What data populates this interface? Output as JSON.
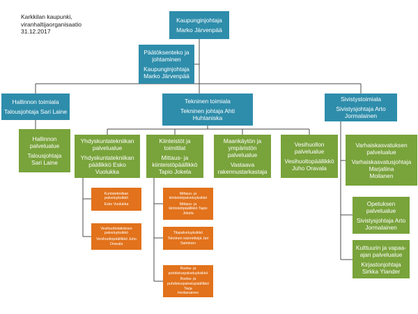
{
  "caption": [
    "Karkkilan kaupunki,",
    "viranhaltijaorganisaatio",
    "31.12.2017"
  ],
  "colors": {
    "teal": "#2e8dab",
    "green": "#79a33b",
    "orange": "#e2721b",
    "connector": "#4a4a4a"
  },
  "nodes": {
    "mayor": {
      "title": [
        "Kaupunginjohtaja"
      ],
      "person": [
        "Marko Järvenpää"
      ]
    },
    "decision": {
      "title": [
        "Päätöksenteko ja",
        "johtaminen"
      ],
      "person": [
        "Kaupunginjohtaja",
        "Marko Järvenpää"
      ]
    },
    "admin": {
      "title": [
        "Hallinnon toimiala"
      ],
      "person": [
        "Talousjohtaja Sari Laine"
      ]
    },
    "tech": {
      "title": [
        "Tekninen toimiala"
      ],
      "person": [
        "Tekninen johtaja Ahti",
        "Huhtaniska"
      ]
    },
    "edu": {
      "title": [
        "Sivistystoimiala"
      ],
      "person": [
        "Sivistysjohtaja Arto",
        "Jormalainen"
      ]
    },
    "admin_services": {
      "title": [
        "Hallinnon",
        "palvelualue"
      ],
      "person": [
        "Talousjohtaja",
        "Sari Laine"
      ]
    },
    "municipal_eng": {
      "title": [
        "Yhdyskuntatekniikan",
        "palvelualue"
      ],
      "person": [
        "Yhdyskuntatekniikan",
        "päällikkö Esko",
        "Vuolukka"
      ]
    },
    "real_estate": {
      "title": [
        "Kiinteistöt ja",
        "toimitilat"
      ],
      "person": [
        "Mittaus- ja",
        "kiinteistöpäällikkö",
        "Tapio Jokela"
      ]
    },
    "land_use": {
      "title": [
        "Maankäytön ja",
        "ympäristön",
        "palvelualue"
      ],
      "person": [
        "Vastaava",
        "rakennustarkastaja"
      ]
    },
    "water": {
      "title": [
        "Vesihuollon",
        "palvelualue"
      ],
      "person": [
        "Vesihuoltopäällikkö",
        "Juho Oravala"
      ]
    },
    "early_edu": {
      "title": [
        "Varhaiskasvatuksen",
        "palvelualue"
      ],
      "person": [
        "Varhaiskasvatusjohtaja Marjaliina",
        "Moilanen"
      ]
    },
    "teaching": {
      "title": [
        "Opetuksen",
        "palvelualue"
      ],
      "person": [
        "Sivistysjohtaja Arto",
        "Jormalainen"
      ]
    },
    "culture": {
      "title": [
        "Kulttuurin ja vapaa-",
        "ajan palvelualue"
      ],
      "person": [
        "Kirjastonjohtaja",
        "Sirkka Ylander"
      ]
    },
    "unit_muni": {
      "title": [
        "Kuntatekniikan",
        "palveluyksikkö"
      ],
      "person": [
        "Esko Vuolukka"
      ]
    },
    "unit_water": {
      "title": [
        "Vesihuoltolaitoksen",
        "palveluyksikkö"
      ],
      "person": [
        "Vesihuoltopäällikkö Juho",
        "Oravala"
      ]
    },
    "unit_survey": {
      "title": [
        "Mittaus- ja",
        "kiinteistöpalveluyksikkö"
      ],
      "person": [
        "Mittaus- ja",
        "kiinteistöpäällikkö Tapio",
        "Jokela"
      ]
    },
    "unit_premises": {
      "title": [
        "Tilapalveluyksikkö"
      ],
      "person": [
        "Tekninen isännöitsijä Jari",
        "Salminen"
      ]
    },
    "unit_catering": {
      "title": [
        "Ruoka- ja",
        "puhdistuspalveluyksikkö"
      ],
      "person": [
        "Ruoka- ja",
        "puhdistuspalvelupäällikkö Tarja",
        "Horttanainen"
      ]
    }
  }
}
